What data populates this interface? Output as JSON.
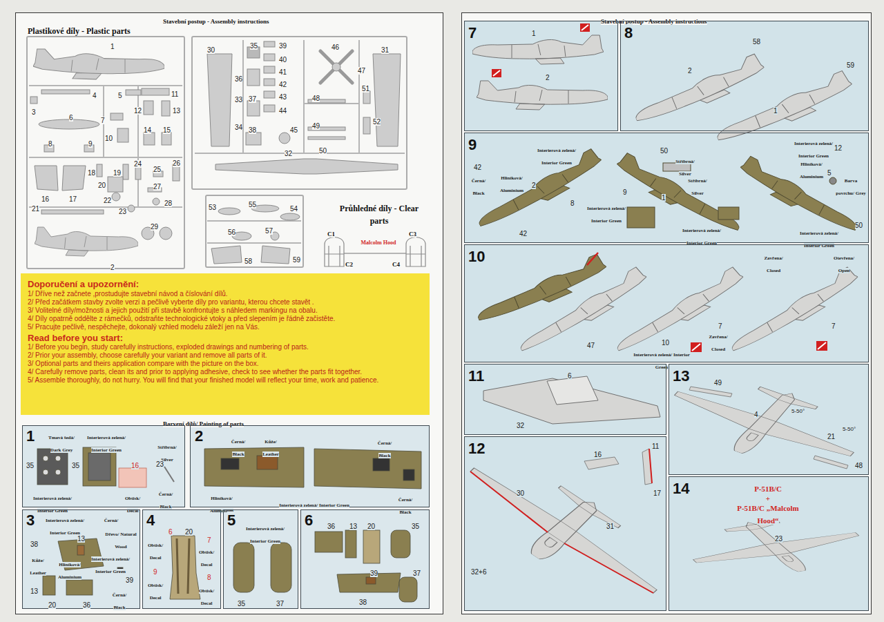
{
  "diagram": {
    "nodes": [
      {
        "text": [
          "Stavební postup - Assembly instructions",
          "Plastikové díly - Plastic parts",
          "Průhledné díly - Clear parts",
          "Barvení dílů/ Painting of parts"
        ]
      },
      {
        "text": [
          "1",
          "4",
          "5",
          "11",
          "3",
          "12",
          "13",
          "6",
          "7",
          "10",
          "8",
          "9",
          "14",
          "15",
          "18",
          "19",
          "24",
          "25",
          "26",
          "16",
          "17",
          "20",
          "22",
          "27",
          "28",
          "21",
          "23",
          "29",
          "2"
        ],
        "in": 0
      },
      {
        "text": [
          "30",
          "35",
          "39",
          "46",
          "31",
          "36",
          "40",
          "47",
          "41",
          "42",
          "33",
          "37",
          "43",
          "51",
          "48",
          "44",
          "34",
          "38",
          "45",
          "49",
          "52",
          "50",
          "32"
        ],
        "in": 0
      },
      {
        "text": [
          "53",
          "55",
          "54",
          "56",
          "57",
          "58",
          "59"
        ],
        "in": 0
      },
      {
        "text": [
          "Doporučení a upozornění:",
          "1/ Dříve než začnete ,prostudujte stavební návod a číslování dílů.",
          "2/ Před začátkem stavby zvolte verzi a pečlivě vyberte díly pro variantu, kterou chcete stavět .",
          "3/ Volitelné díly/možnosti a jejich použití při stavbě konfrontujte s náhledem markingu na obalu.",
          "4/ Díly opatrně oddělte z rámečků, odstraňte technologické vtoky a před slepením je řádně začistěte.",
          "5/ Pracujte pečlivě, nespěchejte, dokonalý vzhled modelu záleží jen na Vás.",
          "Read before you start:",
          "1/ Before you begin, study carefully instructions, exploded drawings and numbering of parts.",
          "2/ Prior your assembly, choose carefully your variant and remove all parts of it.",
          "3/ Optional parts and theirs application compare with the picture on the box.",
          "4/ Carefully remove parts, clean its and prior to applying adhesive, check to see whether the parts fit together.",
          "5/ Assemble thoroughly, do not hurry. You will find that your finished model will reflect your time, work and patience."
        ],
        "in": 0
      },
      {
        "text": [
          "1",
          "Tmavá šedá/ Dark Grey",
          "Interierová zelená/ Interior Green",
          "35",
          "35",
          "16",
          "Stříbrná/ Silver",
          "23",
          "Obtisk/ Decal",
          "Interierová zelená/ Interior Green",
          "Černá/ Black"
        ],
        "in": 0
      },
      {
        "text": [
          "2",
          "Černá/ Black",
          "Kůže/ Leather",
          "Černá/ Black",
          "Hliníková/ Aluminium",
          "Interierová zelená/ Interior Green",
          "Černá/ Black"
        ],
        "in": 0
      },
      {
        "text": [
          "3",
          "Interierová zelená/ Interior Green",
          "Černá/ Black",
          "13",
          "Dřevo/ Natural Wood",
          "38",
          "Kůže/ Leather",
          "Hliníková/ Aluminium",
          "Interierová zelená/ Interior Green",
          "39",
          "13",
          "Černá/ Black",
          "20",
          "36"
        ],
        "in": 0
      },
      {
        "text": [
          "4",
          "6",
          "20",
          "7",
          "Obtisk/ Decal",
          "Obtisk/ Decal",
          "9",
          "8",
          "Obtisk/ Decal",
          "Obtisk/ Decal"
        ],
        "in": 0
      },
      {
        "text": [
          "5",
          "Interierová zelená/ Interior Green",
          "35",
          "37"
        ],
        "in": 0
      },
      {
        "text": [
          "6",
          "36",
          "13",
          "20",
          "35",
          "39",
          "37",
          "38"
        ],
        "in": 0
      },
      {
        "text": [
          "Stavební postup - Assembly instructions"
        ]
      },
      {
        "text": [
          "7",
          "1",
          "2"
        ],
        "in": 11
      },
      {
        "text": [
          "8",
          "58",
          "2",
          "59",
          "1"
        ],
        "in": 11
      },
      {
        "text": [
          "9",
          "Interierová zelená/ Interior Green",
          "42",
          "Černá/ Black",
          "Hliníková/ Aluminium",
          "2",
          "8",
          "Interierová zelená/ Interior Green",
          "42",
          "9",
          "1",
          "50",
          "Stříbrná/ Silver",
          "Stříbrná/ Silver",
          "Interierová zelená/ Interior Green",
          "Interierová zelená/ Interior Green",
          "12",
          "Hliníková/ Aluminium",
          "5",
          "Barva povrchu/ Grey",
          "50",
          "Interierová zelená/ Interior Green"
        ],
        "in": 11
      },
      {
        "text": [
          "10",
          "Zavřena/ Closed",
          "Otevřena/ Open",
          "47",
          "10",
          "Interierová zelená/ Interior Green",
          "Zavřena/ Closed",
          "7",
          "7"
        ],
        "in": 11
      },
      {
        "text": [
          "11",
          "6",
          "32"
        ],
        "in": 11
      },
      {
        "text": [
          "12",
          "16",
          "11",
          "17",
          "30",
          "31",
          "32+6"
        ],
        "in": 11
      },
      {
        "text": [
          "13",
          "49",
          "4",
          "5-50°",
          "21",
          "5-50°",
          "48"
        ],
        "in": 11
      },
      {
        "text": [
          "14",
          "P-51B/C",
          "+",
          "P-51B/C „Malcolm Hood“",
          "23"
        ],
        "in": 11
      }
    ],
    "labels": [
      "C1",
      "C3",
      "Malcolm Hood",
      "C2",
      "C4"
    ]
  }
}
